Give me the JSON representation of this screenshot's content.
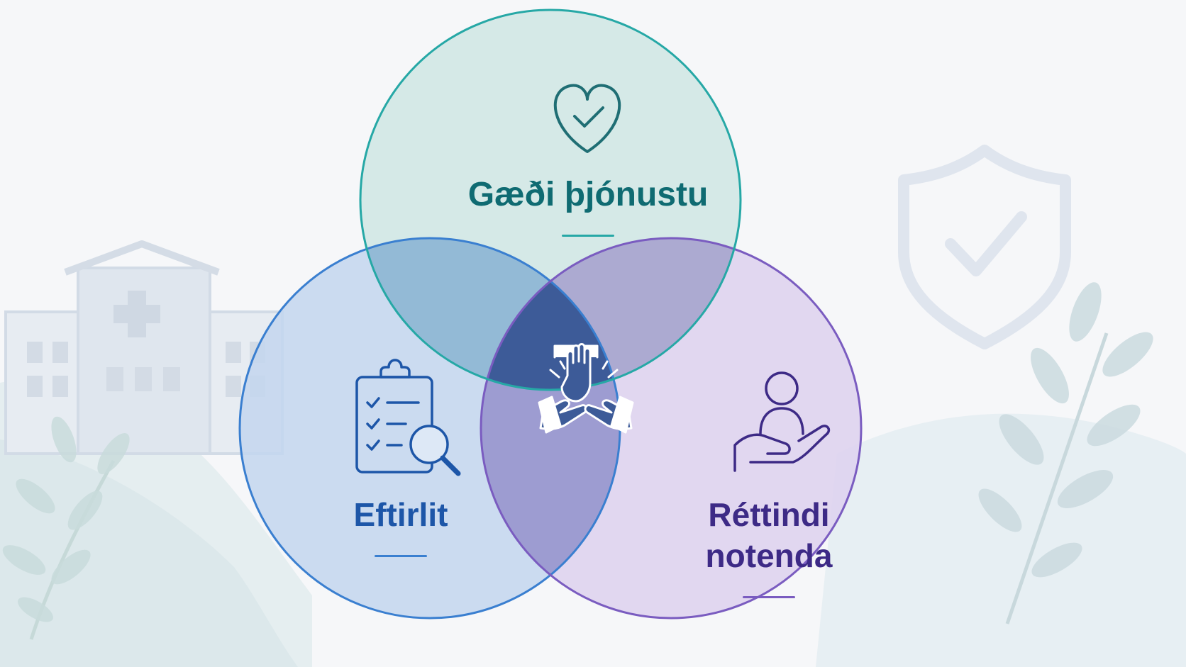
{
  "diagram": {
    "type": "venn",
    "circles": [
      {
        "id": "top",
        "label": "Gæði þjónustu",
        "icon": "heart-check-icon",
        "text_color": "#0f6b72",
        "stroke_color": "#26a8a6",
        "fill_color": "#cfe6e4"
      },
      {
        "id": "left",
        "label": "Eftirlit",
        "icon": "clipboard-search-icon",
        "text_color": "#1d56a8",
        "stroke_color": "#3a7fd0",
        "fill_color": "#c3d6ef"
      },
      {
        "id": "right",
        "label_lines": [
          "Réttindi",
          "notenda"
        ],
        "icon": "hand-person-icon",
        "text_color": "#3d2a86",
        "stroke_color": "#7a5cc0",
        "fill_color": "#ddd1ee"
      }
    ],
    "center_icon": "joined-hands-icon",
    "background_icons": [
      "hospital-icon",
      "shield-check-icon",
      "leaf-branch-icon"
    ]
  }
}
